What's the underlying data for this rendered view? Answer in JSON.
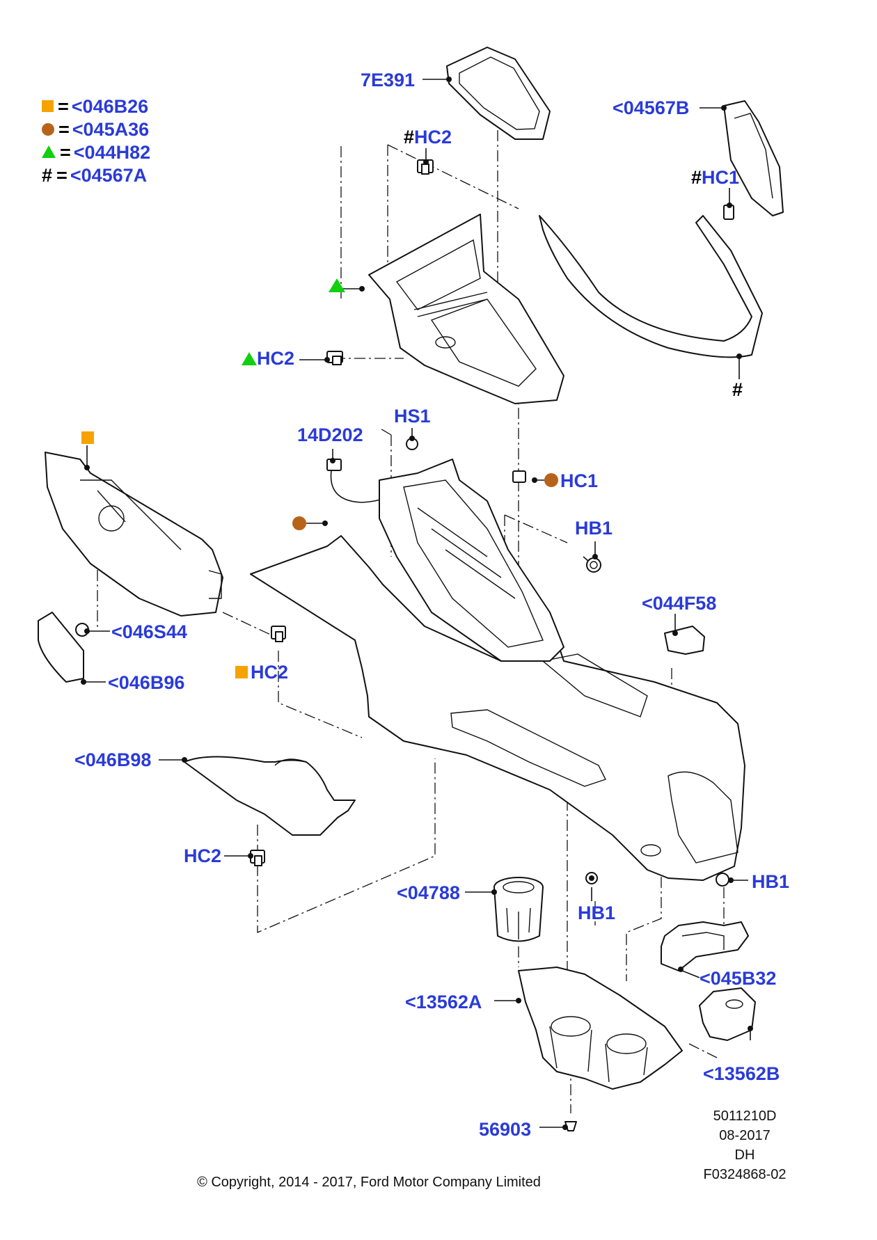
{
  "legend": [
    {
      "symbol": "square",
      "symbol_icon": "orange-square-icon",
      "color": "#f6a300",
      "eq": "=",
      "code": "<046B26"
    },
    {
      "symbol": "circle",
      "symbol_icon": "brown-circle-icon",
      "color": "#b8631a",
      "eq": "=",
      "code": "<045A36"
    },
    {
      "symbol": "triangle",
      "symbol_icon": "green-triangle-icon",
      "color": "#10d010",
      "eq": "=",
      "code": "<044H82"
    },
    {
      "symbol": "#",
      "symbol_icon": "hash-symbol",
      "eq": "=",
      "code": "<04567A"
    }
  ],
  "callouts": {
    "p7E391": "7E391",
    "p04567B": "<04567B",
    "hc2_top_hash": "#",
    "hc2_top": "HC2",
    "hc1_right_hash": "#",
    "hc1_right": "HC1",
    "hc2_triangle": "HC2",
    "hash_bottom": "#",
    "p14D202": "14D202",
    "hs1": "HS1",
    "hc1_circle": "HC1",
    "hb1_upper": "HB1",
    "p044F58": "<044F58",
    "p046S44": "<046S44",
    "p046B96": "<046B96",
    "hc2_square": "HC2",
    "p046B98": "<046B98",
    "hc2_lower": "HC2",
    "p04788": "<04788",
    "hb1_mid": "HB1",
    "hb1_right": "HB1",
    "p045B32": "<045B32",
    "p13562A": "<13562A",
    "p13562B": "<13562B",
    "p56903": "56903"
  },
  "document_meta": {
    "number": "5011210D",
    "date": "08-2017",
    "initials": "DH",
    "figure_id": "F0324868-02"
  },
  "copyright": "© Copyright, 2014 - 2017, Ford Motor Company Limited",
  "colors": {
    "label_blue": "#2a3bd8",
    "orange_square": "#f6a300",
    "brown_circle": "#b8631a",
    "green_triangle": "#10d010"
  }
}
